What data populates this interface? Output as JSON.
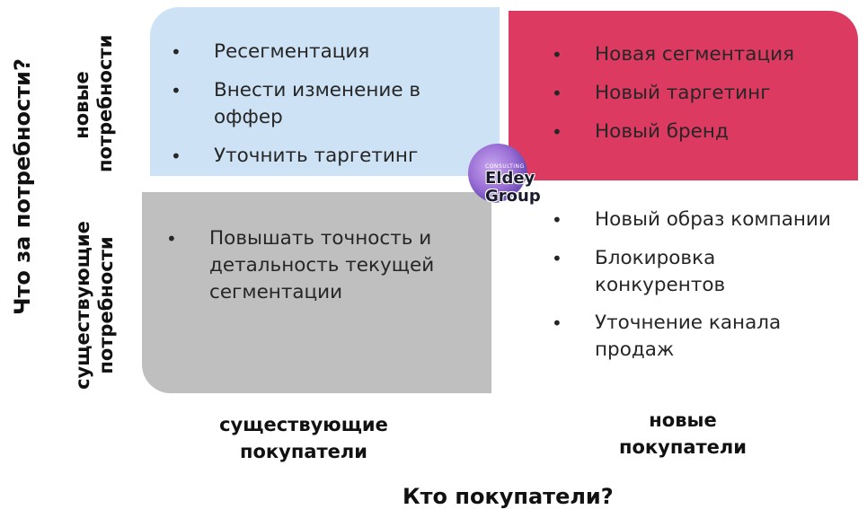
{
  "axes": {
    "y_title": "Что за потребности?",
    "x_title": "Кто покупатели?",
    "y_top_label": [
      "новые",
      "потребности"
    ],
    "y_bottom_label": [
      "существующие",
      "потребности"
    ],
    "x_left_label": [
      "существующие",
      "покупатели"
    ],
    "x_right_label": [
      "новые",
      "покупатели"
    ]
  },
  "quadrants": {
    "top_left": {
      "items": [
        [
          "Ресегментация"
        ],
        [
          "Внести изменение в",
          "оффер"
        ],
        [
          "Уточнить таргетинг"
        ]
      ]
    },
    "top_right": {
      "items": [
        [
          "Новая сегментация"
        ],
        [
          "Новый таргетинг"
        ],
        [
          "Новый бренд"
        ]
      ]
    },
    "bottom_left": {
      "items": [
        [
          "Повышать точность и",
          "детальность текущей",
          "сегментации"
        ]
      ]
    },
    "bottom_right": {
      "items": [
        [
          "Новый образ компании"
        ],
        [
          "Блокировка",
          "конкурентов"
        ],
        [
          "Уточнение канала",
          "продаж"
        ]
      ]
    }
  },
  "bullet_char": "•",
  "logo": {
    "small_text": "CONSULTING",
    "line1": "Eldey",
    "line2": "Group"
  },
  "colors": {
    "top_left_bg": "#cde3f5",
    "top_right_bg": "#dd3a62",
    "bottom_left_bg": "#bfbfbf",
    "logo_blob": "#9b6fd6"
  }
}
